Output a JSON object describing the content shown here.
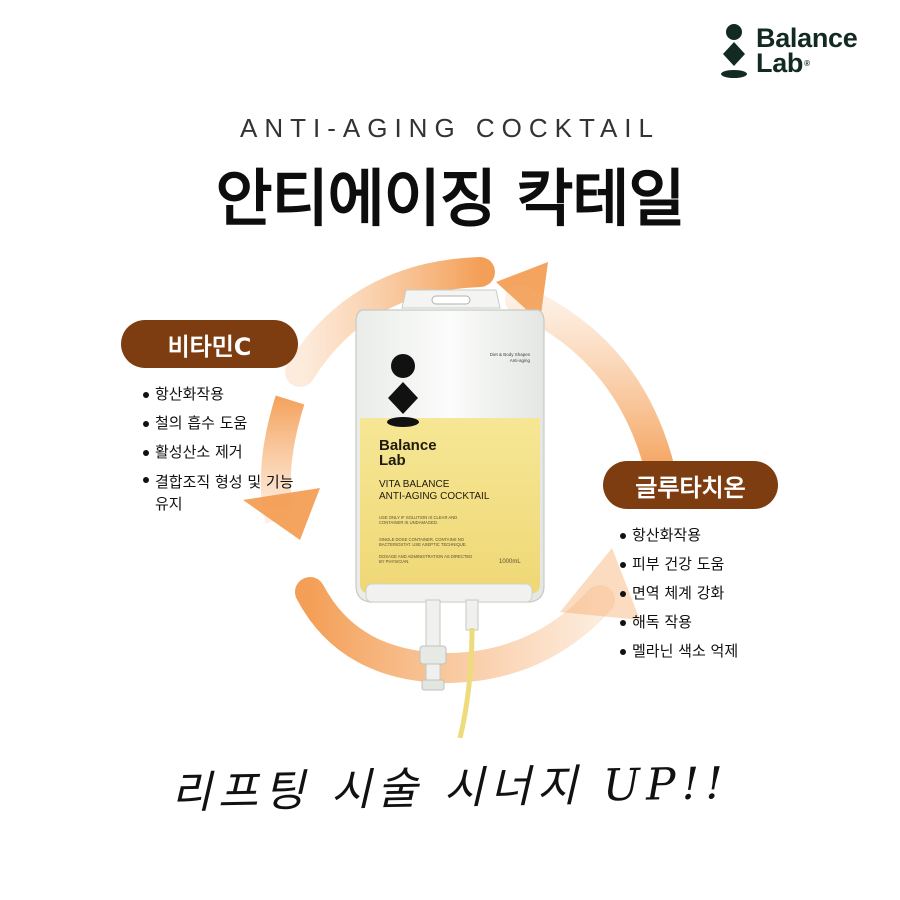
{
  "brand": {
    "line1": "Balance",
    "line2": "Lab",
    "mark": "®"
  },
  "header": {
    "subtitle": "ANTI-AGING COCKTAIL",
    "title": "안티에이징 칵테일"
  },
  "vitamin_c": {
    "badge": "비타민C",
    "items": [
      "항산화작용",
      "철의 흡수 도움",
      "활성산소 제거",
      "결합조직 형성 및 기능 유지"
    ]
  },
  "glutathione": {
    "badge": "글루타치온",
    "items": [
      "항산화작용",
      "피부 건강 도움",
      "면역 체계 강화",
      "해독 작용",
      "멜라닌 색소 억제"
    ]
  },
  "bag": {
    "corner_text": "Diet & Body Shapes Anti-aging",
    "brand_line1": "Balance",
    "brand_line2": "Lab",
    "product_line1": "VITA BALANCE",
    "product_line2": "ANTI-AGING COCKTAIL",
    "fine_print_1": "USE ONLY IF SOLUTION IS CLEAR AND CONTAINER IS UNDAMAGED.",
    "fine_print_2": "SINGLE DOSE CONTAINER. CONTAINS NO BACTERIOSTAT. USE ASEPTIC TECHNIQUE.",
    "fine_print_3": "DOSAGE AND ADMINISTRATION AS DIRECTED BY PHYSICIAN.",
    "volume": "1000mL"
  },
  "slogan": "리프팅 시술 시너지 UP!!",
  "colors": {
    "badge": "#7d3d10",
    "arrow": "#f4a35c",
    "liquid": "#f3e07a",
    "brand_dark": "#122a22"
  }
}
